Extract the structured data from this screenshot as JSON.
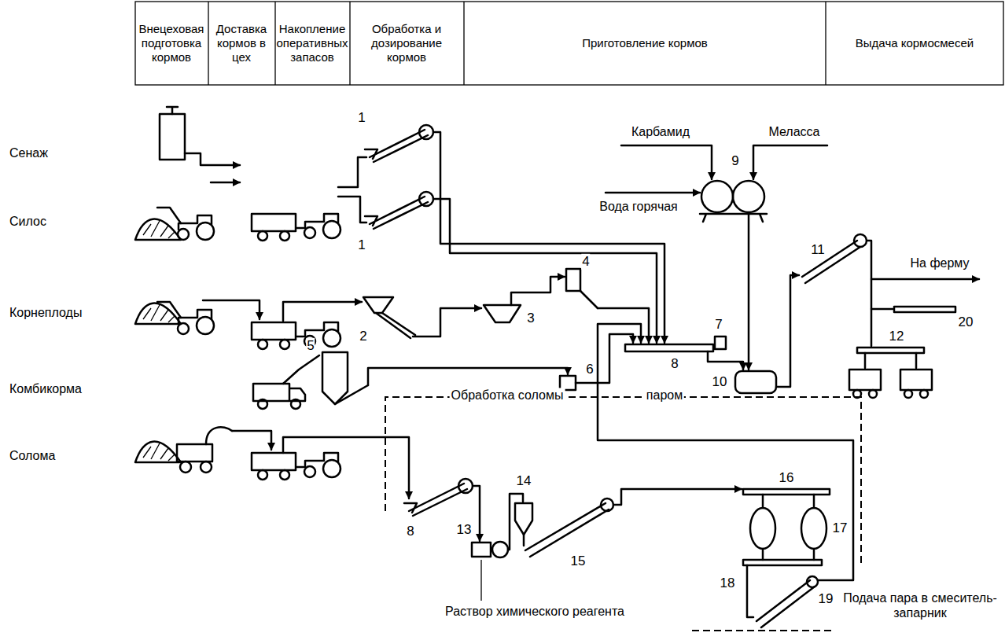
{
  "diagram": {
    "labels": [
      "Внецеховая подготовка кормов",
      "Доставка кормов в цех",
      "Накопление оперативных запасов",
      "Обработка и дозирование кормов",
      "Приготовление кормов",
      "Выдача кормосмесей",
      "Сенаж",
      "Силос",
      "Корнеплоды",
      "Комбикорма",
      "Солома",
      "Карбамид",
      "Меласса",
      "Вода горячая",
      "На ферму",
      "Обработка соломы",
      "паром",
      "Раствор химического реагента",
      "Подача пара в смеситель-запарник",
      "1",
      "1",
      "9",
      "2",
      "3",
      "4",
      "11",
      "7",
      "8",
      "10",
      "20",
      "12",
      "5",
      "6",
      "16",
      "13",
      "14",
      "8",
      "15",
      "17",
      "18",
      "19"
    ]
  }
}
